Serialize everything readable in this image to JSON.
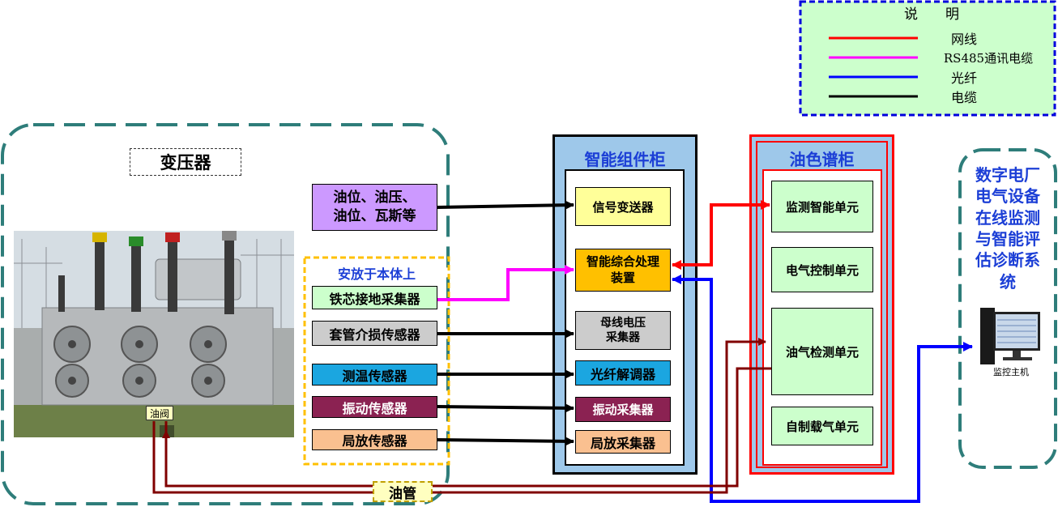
{
  "legend": {
    "title": "说　　明",
    "items": [
      {
        "label": "网线",
        "color": "#ff0000"
      },
      {
        "label": "RS485通讯电缆",
        "color": "#ff00ff"
      },
      {
        "label": "光纤",
        "color": "#0000ff"
      },
      {
        "label": "电缆",
        "color": "#000000"
      }
    ]
  },
  "transformer": {
    "title": "变压器",
    "oil_valve": "油阀",
    "oil_pipe": "油管"
  },
  "sensors": {
    "oil": "油位、油压、\n油位、瓦斯等",
    "group_title": "安放于本体上",
    "core": "铁芯接地采集器",
    "bushing": "套管介损传感器",
    "temp": "测温传感器",
    "vibration": "振动传感器",
    "pd": "局放传感器"
  },
  "smart_cabinet": {
    "title": "智能组件柜",
    "signal": "信号变送器",
    "processor": "智能综合处理\n装置",
    "busbar": "母线电压\n采集器",
    "fiber_demod": "光纤解调器",
    "vib_collector": "振动采集器",
    "pd_collector": "局放采集器"
  },
  "chroma_cabinet": {
    "title": "油色谱柜",
    "monitor": "监测智能单元",
    "electric": "电气控制单元",
    "gas_detect": "油气检测单元",
    "carrier": "自制载气单元"
  },
  "system": {
    "title": "数字电厂\n电气设备\n在线监测\n与智能评\n估诊断系\n统",
    "host": "监控主机"
  },
  "colors": {
    "teal_border": "#2e7d7a",
    "cabinet_fill": "#9ec8ea",
    "oil_pipe": "#800000",
    "title_blue": "#1c3fd6"
  }
}
